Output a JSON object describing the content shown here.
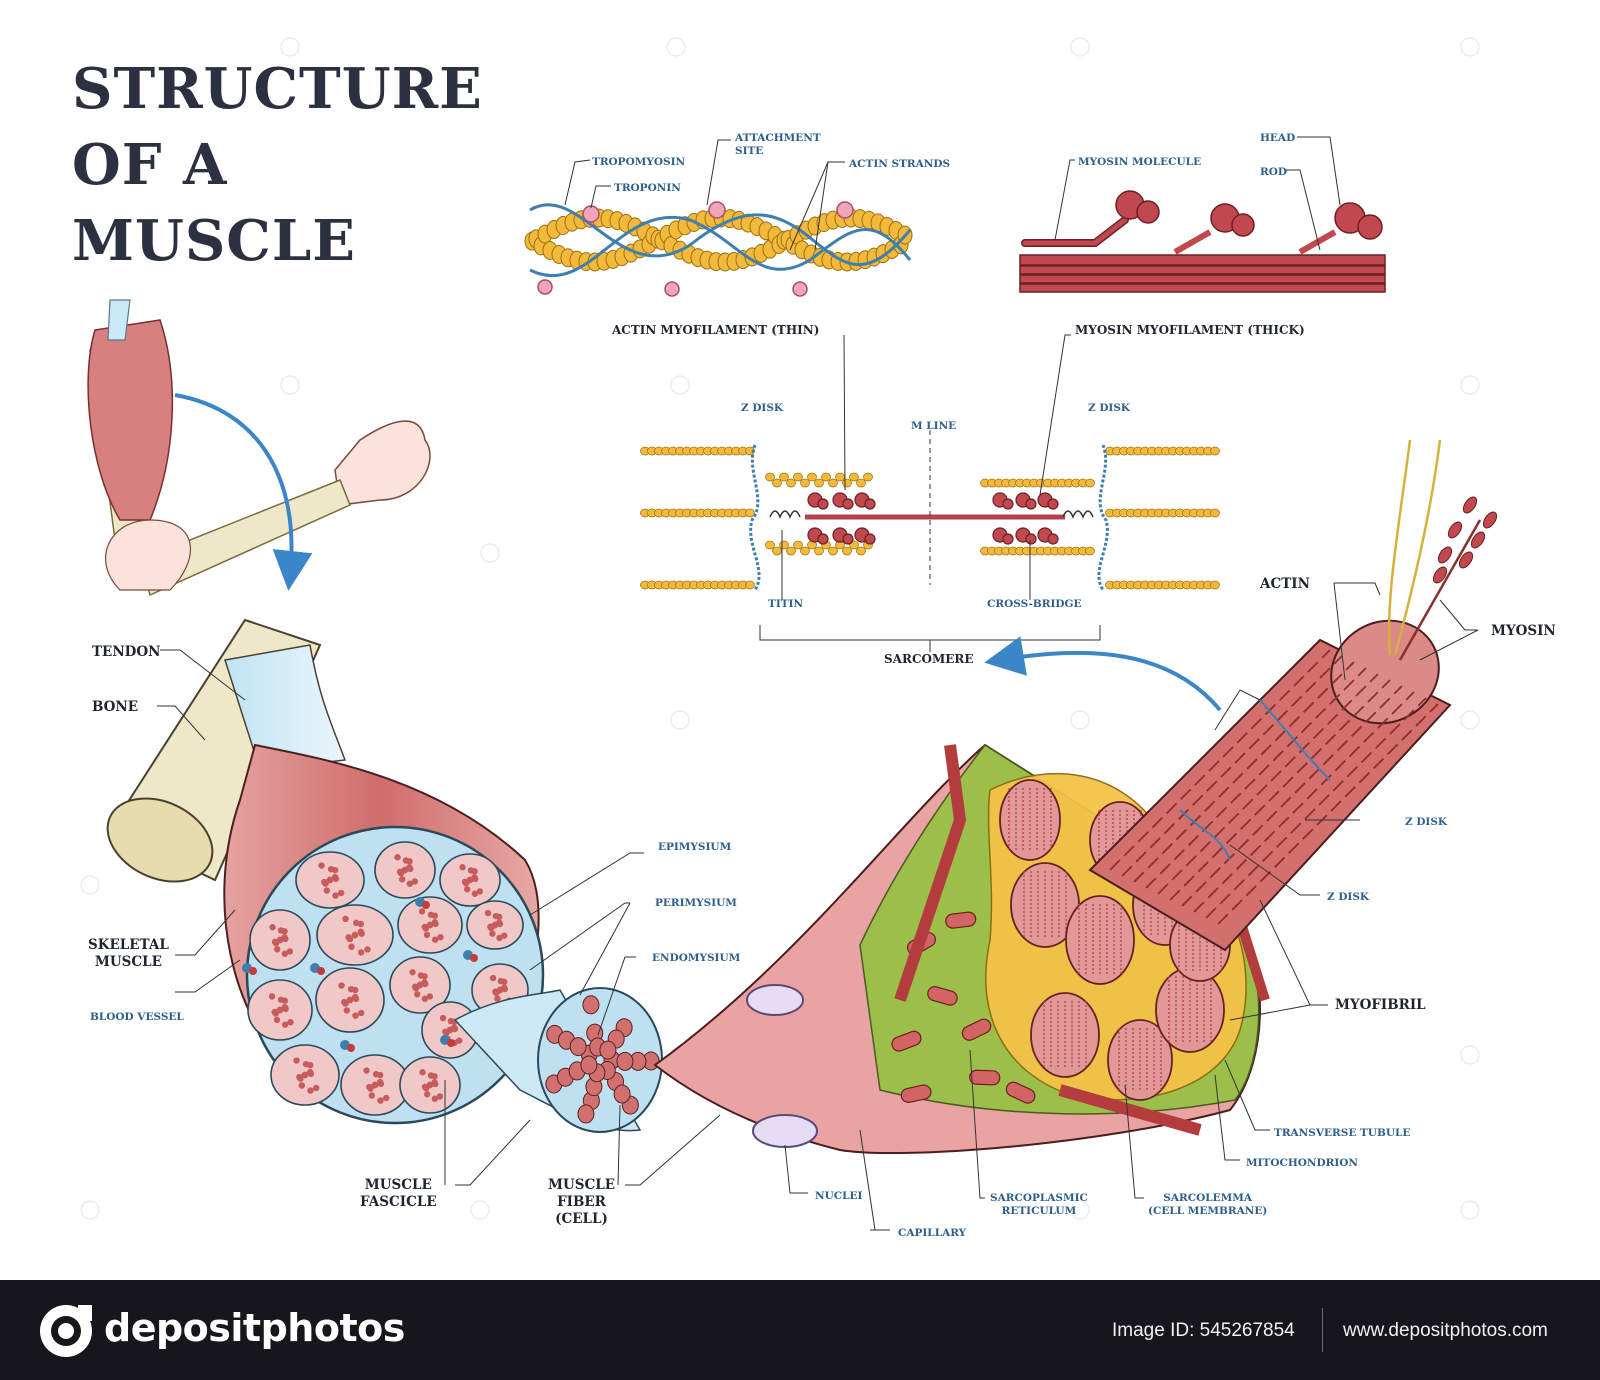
{
  "title": {
    "line1": "STRUCTURE",
    "line2": "OF A",
    "line3": "MUSCLE"
  },
  "labels": {
    "tropomyosin": "TROPOMYOSIN",
    "troponin": "TROPONIN",
    "attachment_site": "ATTACHMENT\nSITE",
    "actin_strands": "ACTIN STRANDS",
    "myosin_molecule": "MYOSIN MOLECULE",
    "head": "HEAD",
    "rod": "ROD",
    "actin_myofilament": "ACTIN MYOFILAMENT (THIN)",
    "myosin_myofilament": "MYOSIN MYOFILAMENT (THICK)",
    "z_disk_left": "Z DISK",
    "m_line": "M LINE",
    "z_disk_right": "Z DISK",
    "titin": "TITIN",
    "cross_bridge": "CROSS-BRIDGE",
    "sarcomere": "SARCOMERE",
    "actin": "ACTIN",
    "myosin": "MYOSIN",
    "z_disk_a": "Z DISK",
    "z_disk_b": "Z DISK",
    "myofibril": "MYOFIBRIL",
    "tendon": "TENDON",
    "bone": "BONE",
    "skeletal_muscle": "SKELETAL\nMUSCLE",
    "blood_vessel": "BLOOD VESSEL",
    "epimysium": "EPIMYSIUM",
    "perimysium": "PERIMYSIUM",
    "endomysium": "ENDOMYSIUM",
    "muscle_fascicle": "MUSCLE\nFASCICLE",
    "muscle_fiber": "MUSCLE\nFIBER\n(CELL)",
    "nuclei": "NUCLEI",
    "capillary": "CAPILLARY",
    "sarcoplasmic_reticulum": "SARCOPLASMIC\nRETICULUM",
    "sarcolemma": "SARCOLEMMA\n(CELL MEMBRANE)",
    "transverse_tubule": "TRANSVERSE TUBULE",
    "mitochondrion": "MITOCHONDRION"
  },
  "footer": {
    "brand": "depositphotos",
    "image_id": "Image ID: 545267854",
    "url": "www.depositphotos.com"
  },
  "colors": {
    "title": "#2b3140",
    "muscle_red": "#c85c5c",
    "actin_yellow": "#f2b93b",
    "actin_blue": "#3f7fb0",
    "myosin_red": "#b5424a",
    "arrow_blue": "#3a86c8",
    "sr_green": "#9cbf4a",
    "bone": "#efe8c8",
    "footer_bg": "#16161c"
  }
}
